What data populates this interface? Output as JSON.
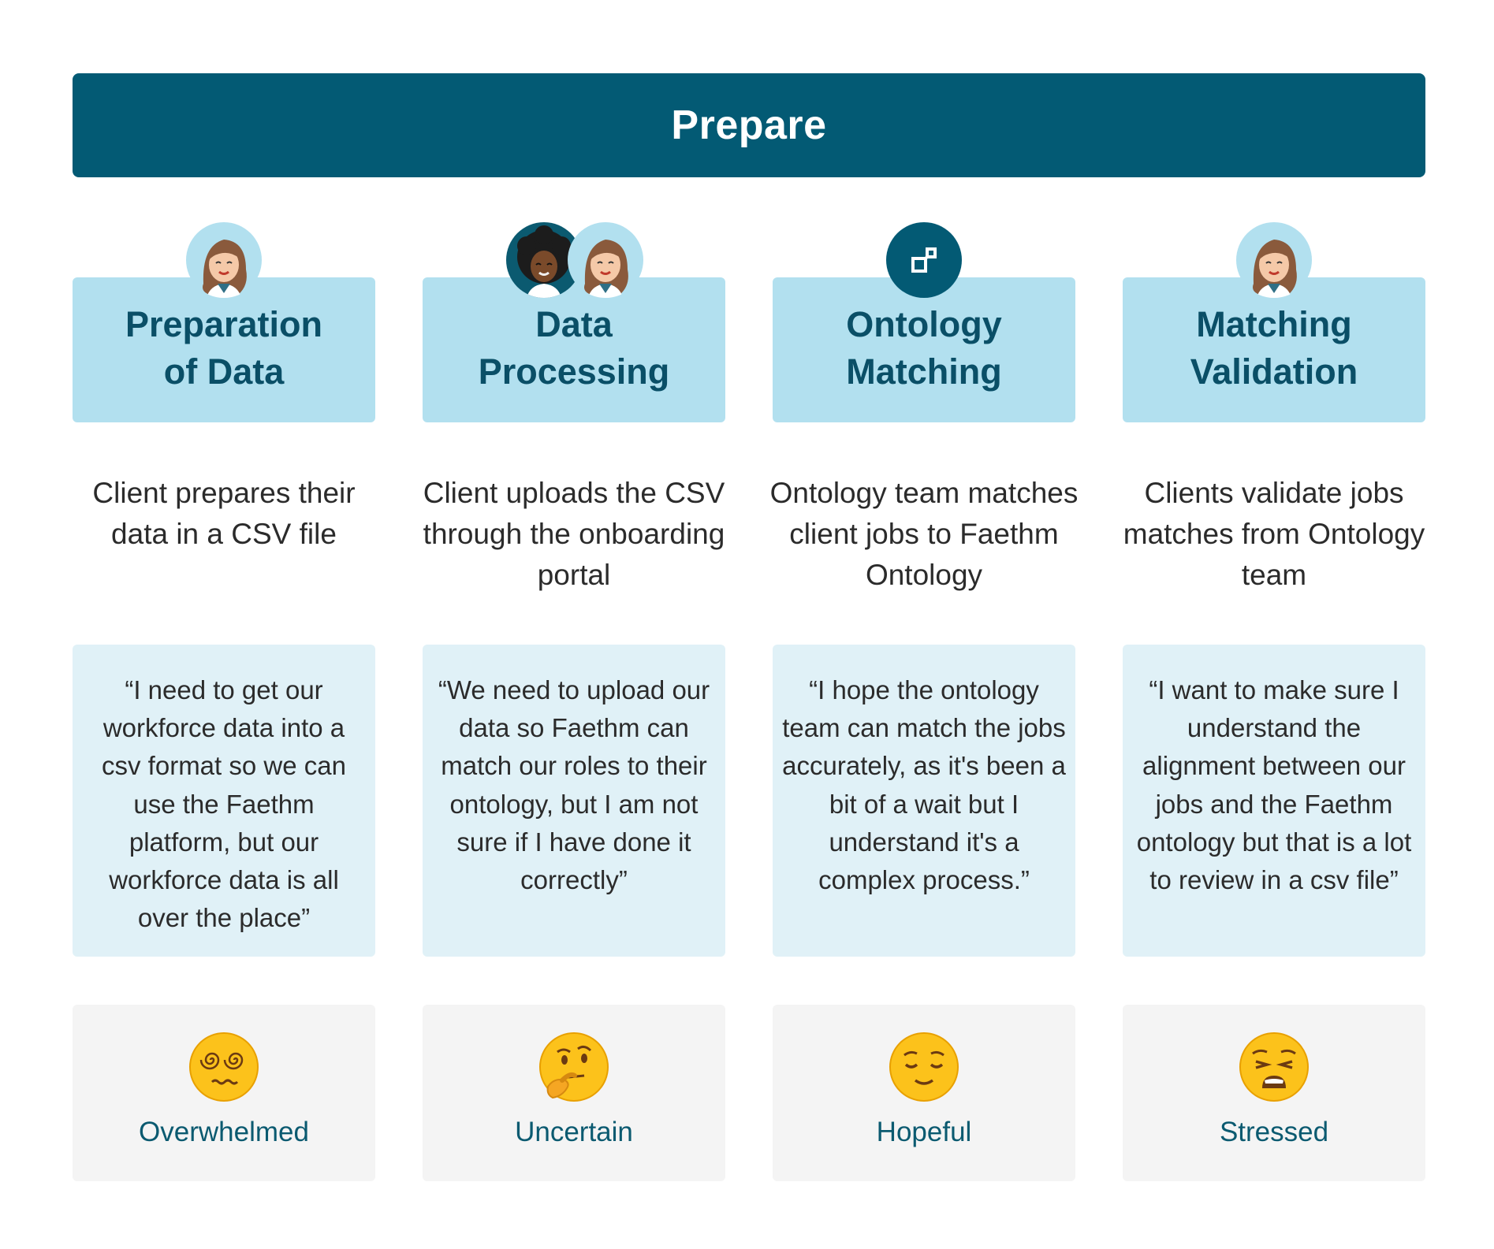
{
  "banner": {
    "title": "Prepare"
  },
  "colors": {
    "banner": "#035a74",
    "stage_card": "#b2e0ef",
    "stage_title": "#0a4f67",
    "quote_card": "#e0f1f7",
    "emotion_card": "#f4f4f4",
    "emotion_label": "#0b5a70"
  },
  "stages": [
    {
      "title": "Preparation\nof Data",
      "avatars": [
        "client-avatar-icon"
      ],
      "description": "Client prepares their data in a CSV file",
      "quote": "“I need to get our workforce data into a csv format so we can use the Faethm platform, but our workforce data is all over the place”",
      "emotion": {
        "label": "Overwhelmed",
        "icon": "dizzy-face-icon"
      }
    },
    {
      "title": "Data\nProcessing",
      "avatars": [
        "team-member-avatar-icon",
        "client-avatar-icon"
      ],
      "description": "Client uploads the CSV through the onboarding portal",
      "quote": "“We need to upload our data so Faethm can match our roles to their ontology, but I am not sure if I have done it correctly”",
      "emotion": {
        "label": "Uncertain",
        "icon": "thinking-face-icon"
      }
    },
    {
      "title": "Ontology\nMatching",
      "avatars": [
        "system-process-icon"
      ],
      "description": "Ontology team matches client jobs to Faethm Ontology",
      "quote": "“I hope the ontology team can match the jobs accurately, as it's been a bit of a wait but I understand it's a complex process.”",
      "emotion": {
        "label": "Hopeful",
        "icon": "relieved-face-icon"
      }
    },
    {
      "title": "Matching\nValidation",
      "avatars": [
        "client-avatar-icon"
      ],
      "description": "Clients validate jobs matches from Ontology team",
      "quote": "“I want to make sure I understand the alignment between our jobs and the Faethm ontology but that is a lot to review in a csv file”",
      "emotion": {
        "label": "Stressed",
        "icon": "weary-face-icon"
      }
    }
  ]
}
